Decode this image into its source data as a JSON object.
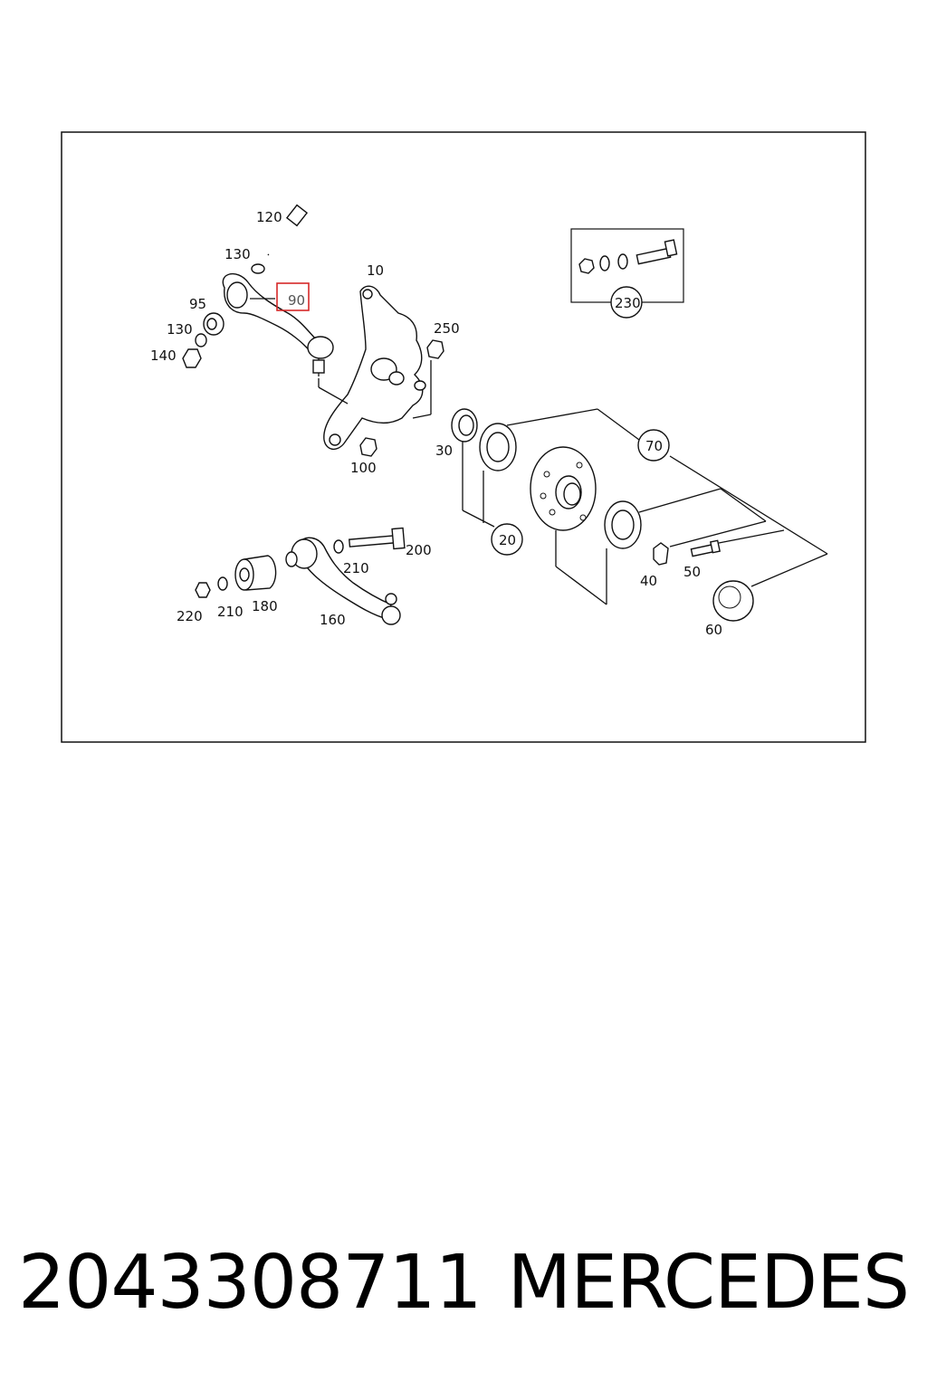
{
  "callouts": [
    {
      "id": "120",
      "label": "120"
    },
    {
      "id": "130a",
      "label": "130"
    },
    {
      "id": "10",
      "label": "10"
    },
    {
      "id": "95",
      "label": "95"
    },
    {
      "id": "90",
      "label": "90"
    },
    {
      "id": "130b",
      "label": "130"
    },
    {
      "id": "250",
      "label": "250"
    },
    {
      "id": "140",
      "label": "140"
    },
    {
      "id": "30",
      "label": "30"
    },
    {
      "id": "100",
      "label": "100"
    },
    {
      "id": "70",
      "label": "70"
    },
    {
      "id": "230",
      "label": "230"
    },
    {
      "id": "20",
      "label": "20"
    },
    {
      "id": "200",
      "label": "200"
    },
    {
      "id": "210a",
      "label": "210"
    },
    {
      "id": "40",
      "label": "40"
    },
    {
      "id": "50",
      "label": "50"
    },
    {
      "id": "220",
      "label": "220"
    },
    {
      "id": "210b",
      "label": "210"
    },
    {
      "id": "180",
      "label": "180"
    },
    {
      "id": "160",
      "label": "160"
    },
    {
      "id": "60",
      "label": "60"
    }
  ],
  "highlighted": "90",
  "highlight_color": "#d62828",
  "footer": {
    "part_number": "2043308711",
    "brand": "MERCEDES"
  }
}
